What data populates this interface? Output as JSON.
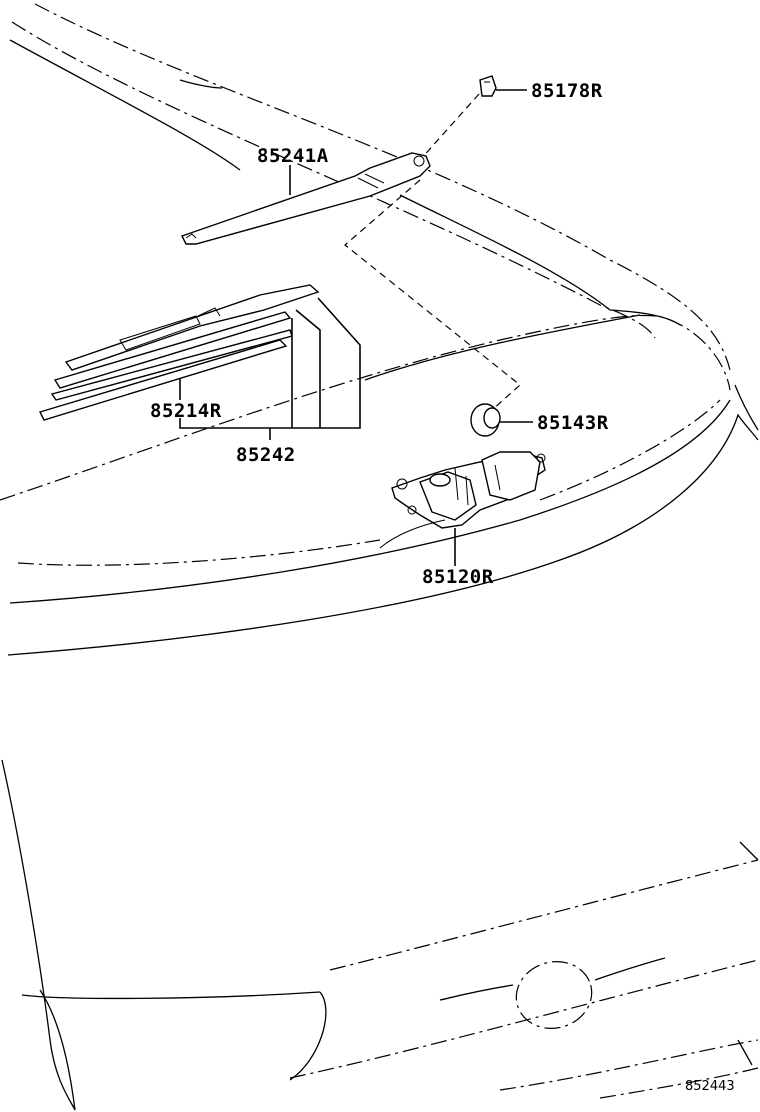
{
  "labels": {
    "p85178R": "85178R",
    "p85241A": "85241A",
    "p85214R": "85214R",
    "p85242": "85242",
    "p85143R": "85143R",
    "p85120R": "85120R"
  },
  "figure_ref": "852443"
}
